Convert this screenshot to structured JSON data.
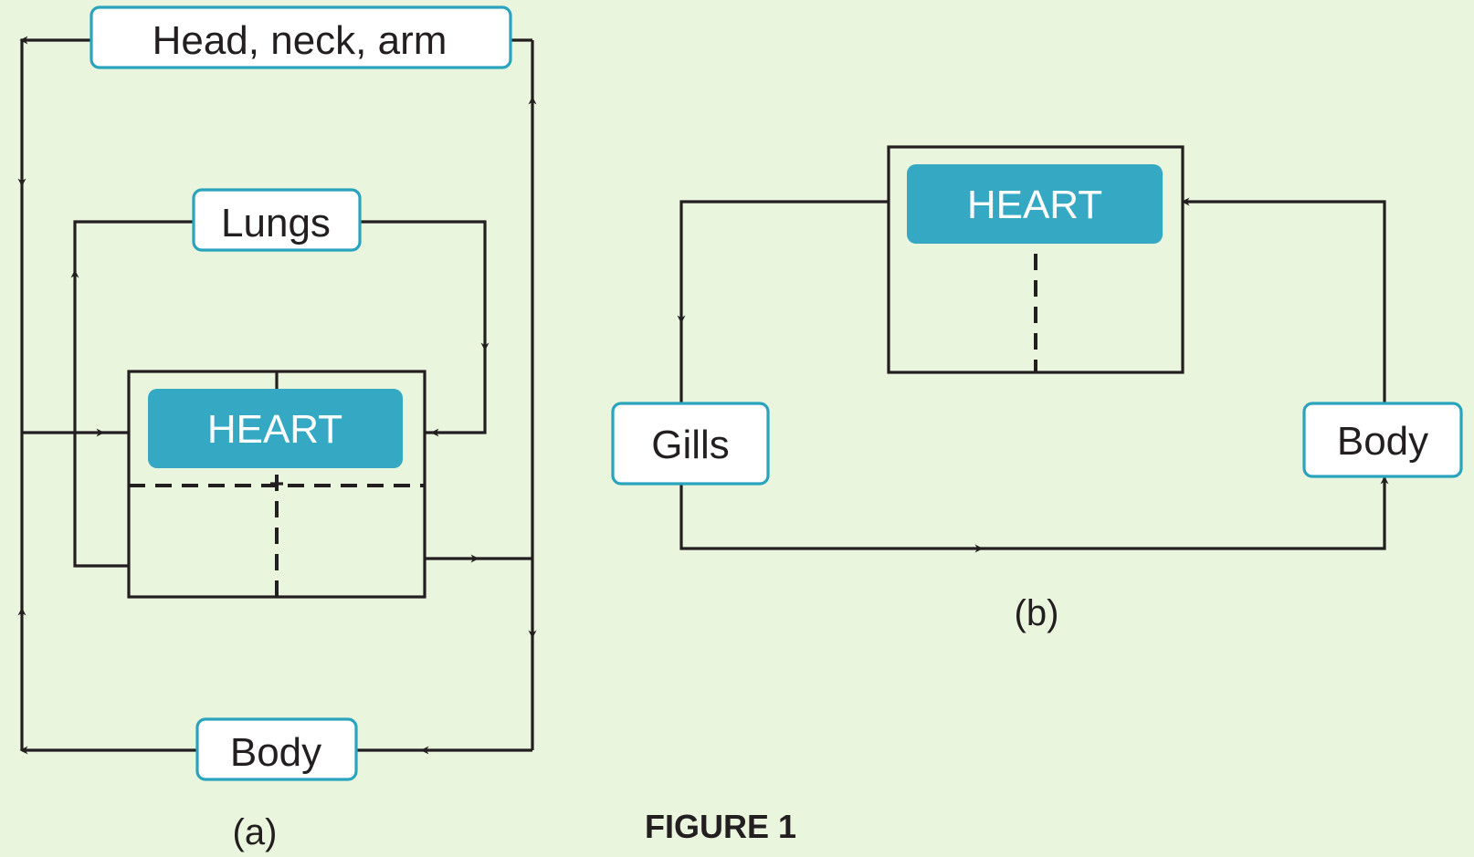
{
  "diagram_a": {
    "head_neck_arm": "Head, neck, arm",
    "lungs": "Lungs",
    "heart": "HEART",
    "body": "Body",
    "caption": "(a)"
  },
  "diagram_b": {
    "heart": "HEART",
    "gills": "Gills",
    "body": "Body",
    "caption": "(b)"
  },
  "figure_title": "FIGURE 1",
  "colors": {
    "background": "#eaf5de",
    "heart": "#35a9c4",
    "organ_border": "#2aa3bd",
    "line": "#231f20"
  }
}
